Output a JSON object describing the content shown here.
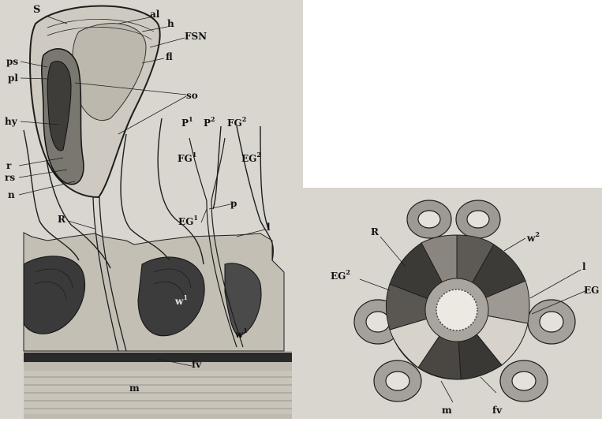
{
  "left_figure": {
    "labels": {
      "S": "S",
      "al": "al",
      "h": "h",
      "FSN": "FSN",
      "fl": "fl",
      "ps": "ps",
      "pl": "pl",
      "so": "so",
      "hy": "hy",
      "P1": "P",
      "P1_sup": "1",
      "P2": "P",
      "P2_sup": "2",
      "FG2": "FG",
      "FG2_sup": "2",
      "FG1": "FG",
      "FG1_sup": "1",
      "EG2": "EG",
      "EG2_sup": "2",
      "EG1": "EG",
      "EG1_sup": "1",
      "r": "r",
      "rs": "rs",
      "n": "n",
      "R": "R",
      "p": "p",
      "l": "l",
      "w1a": "w",
      "w1a_sup": "1",
      "w1b": "w",
      "w1b_sup": "1",
      "fv": "fv",
      "m": "m"
    }
  },
  "right_figure": {
    "labels": {
      "R": "R",
      "w2": "w",
      "w2_sup": "2",
      "EG2": "EG",
      "EG2_sup": "2",
      "l": "l",
      "EG": "EG",
      "m": "m",
      "fv": "fv"
    }
  },
  "colors": {
    "paper": "#d9d6cf",
    "ink": "#1e1e1e",
    "background": "#ffffff"
  }
}
